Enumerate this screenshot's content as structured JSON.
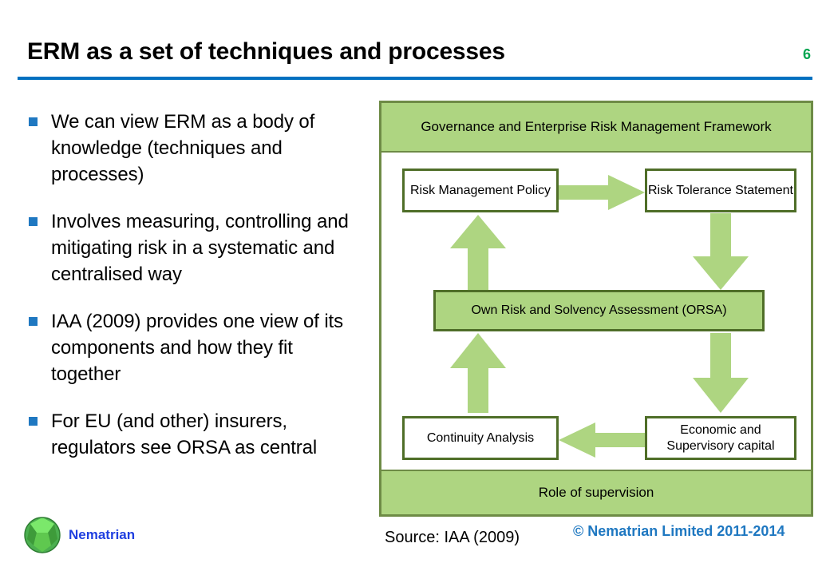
{
  "slide": {
    "title": "ERM as a set of techniques and processes",
    "page_number": "6",
    "accent_rule_color": "#0070C0",
    "page_number_color": "#00A550"
  },
  "bullets": {
    "marker_color": "#1F78C1",
    "items": [
      {
        "text": "We can view ERM as a body of knowledge (techniques and processes)"
      },
      {
        "text": "Involves measuring, controlling and mitigating risk in a systematic and centralised way"
      },
      {
        "text": "IAA (2009) provides one view of its components and how they fit together"
      },
      {
        "text": "For EU (and other) insurers, regulators see ORSA as central"
      }
    ]
  },
  "diagram": {
    "frame_border_color": "#6E8B46",
    "band_fill_color": "#AED581",
    "box_border_color": "#4F6E28",
    "arrow_color": "#AED581",
    "header_band": "Governance and Enterprise Risk Management Framework",
    "footer_band": "Role of supervision",
    "boxes": [
      {
        "id": "risk-management-policy",
        "label": "Risk Management Policy",
        "filled": false
      },
      {
        "id": "risk-tolerance-statement",
        "label": "Risk Tolerance Statement",
        "filled": false
      },
      {
        "id": "orsa",
        "label": "Own Risk and Solvency Assessment (ORSA)",
        "filled": true
      },
      {
        "id": "continuity-analysis",
        "label": "Continuity Analysis",
        "filled": false
      },
      {
        "id": "economic-supervisory-capital",
        "label": "Economic and Supervisory capital",
        "filled": false
      }
    ],
    "arrows": [
      {
        "id": "policy-to-tolerance",
        "direction": "right"
      },
      {
        "id": "tolerance-to-orsa",
        "direction": "down"
      },
      {
        "id": "orsa-to-capital",
        "direction": "down"
      },
      {
        "id": "capital-to-continuity",
        "direction": "left"
      },
      {
        "id": "continuity-to-orsa",
        "direction": "up"
      },
      {
        "id": "orsa-to-policy",
        "direction": "up"
      }
    ]
  },
  "footer": {
    "source": "Source: IAA (2009)",
    "copyright": "© Nematrian Limited 2011-2014",
    "logo_text": "Nematrian",
    "logo_text_color": "#1F3FE0"
  }
}
